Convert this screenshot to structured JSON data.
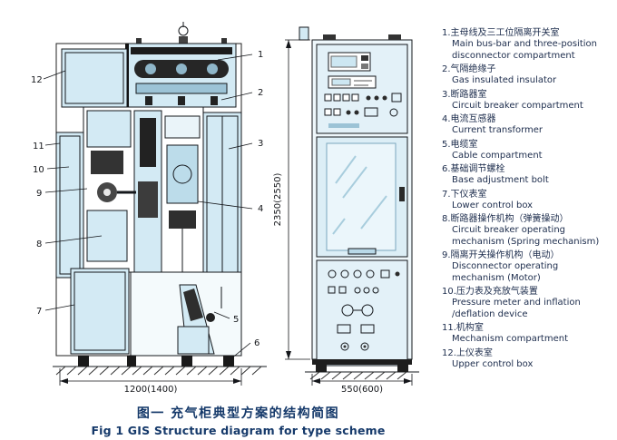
{
  "figure": {
    "caption_zh": "图一 充气柜典型方案的结构简图",
    "caption_en": "Fig 1 GIS Structure diagram for type scheme"
  },
  "drawing": {
    "callouts": [
      "1",
      "2",
      "3",
      "4",
      "5",
      "6",
      "7",
      "8",
      "9",
      "10",
      "11",
      "12"
    ],
    "dims": {
      "side_width": "1200(1400)",
      "height": "2350(2550)",
      "front_width": "550(600)"
    }
  },
  "legend": {
    "items": [
      {
        "zh": "1.主母线及三工位隔离开关室",
        "en": "Main bus-bar and three-position disconnector compartment"
      },
      {
        "zh": "2.气隔绝缘子",
        "en": "Gas insulated insulator"
      },
      {
        "zh": "3.断路器室",
        "en": "Circuit breaker compartment"
      },
      {
        "zh": "4.电流互感器",
        "en": "Current transformer"
      },
      {
        "zh": "5.电缆室",
        "en": "Cable compartment"
      },
      {
        "zh": "6.基础调节螺栓",
        "en": "Base adjustment bolt"
      },
      {
        "zh": "7.下仪表室",
        "en": "Lower control box"
      },
      {
        "zh": "8.断路器操作机构（弹簧操动）",
        "en": "Circuit breaker operating mechanism (Spring mechanism)"
      },
      {
        "zh": "9.隔离开关操作机构（电动）",
        "en": "Disconnector operating mechanism (Motor)"
      },
      {
        "zh": "10.压力表及充放气装置",
        "en": "Pressure meter and inflation /deflation device"
      },
      {
        "zh": "11.机构室",
        "en": "Mechanism compartment"
      },
      {
        "zh": "12.上仪表室",
        "en": "Upper control box"
      }
    ]
  }
}
